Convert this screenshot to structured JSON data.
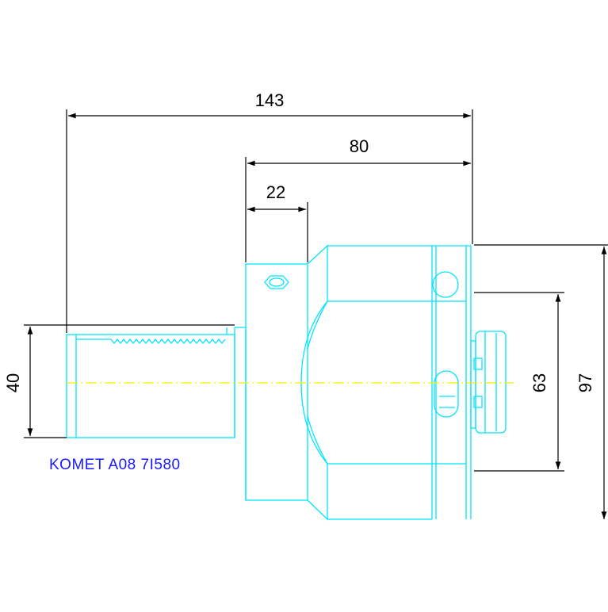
{
  "drawing": {
    "part_label": "KOMET A08 7I580",
    "dimensions": {
      "overall_length": "143",
      "body_length": "80",
      "flange_width": "22",
      "shank_diameter": "40",
      "inner_height": "63",
      "overall_height": "97"
    },
    "colors": {
      "outline": "#00e5ff",
      "dimension": "#000000",
      "label": "#1a1aff",
      "centerline": "#ffee00",
      "background": "#ffffff"
    }
  }
}
